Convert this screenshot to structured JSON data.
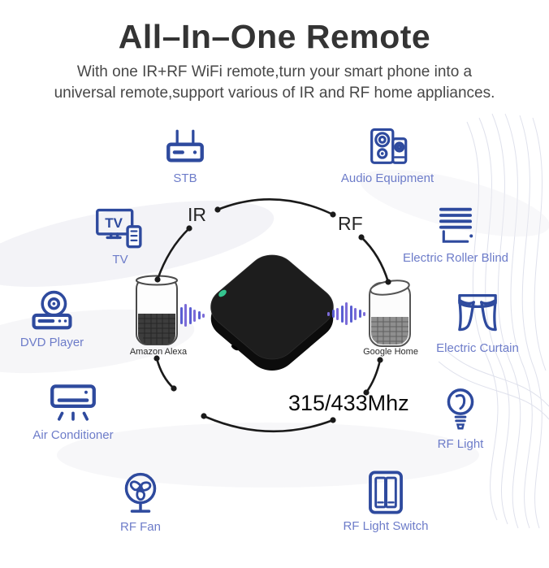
{
  "header": {
    "title": "All–In–One Remote",
    "subtitle_line1": "With one IR+RF WiFi remote,turn your smart phone into a",
    "subtitle_line2": "universal remote,support various of IR and RF home appliances."
  },
  "items": {
    "left": [
      {
        "label": "STB",
        "icon": "stb-router-icon"
      },
      {
        "label": "TV",
        "icon": "tv-with-remote-icon"
      },
      {
        "label": "DVD Player",
        "icon": "dvd-player-icon"
      },
      {
        "label": "Air Conditioner",
        "icon": "air-conditioner-icon"
      },
      {
        "label": "RF Fan",
        "icon": "fan-icon"
      }
    ],
    "right": [
      {
        "label": "Audio Equipment",
        "icon": "speakers-icon"
      },
      {
        "label": "Electric Roller Blind",
        "icon": "roller-blind-icon"
      },
      {
        "label": "Electric Curtain",
        "icon": "curtain-icon"
      },
      {
        "label": "RF Light",
        "icon": "light-bulb-icon"
      },
      {
        "label": "RF Light Switch",
        "icon": "light-switch-icon"
      }
    ]
  },
  "center": {
    "ir_label": "IR",
    "rf_label": "RF",
    "frequency": "315/433Mhz",
    "hub_icon": "smart-ir-rf-hub",
    "alexa_label": "Amazon Alexa",
    "google_label": "Google Home",
    "wave_icon": "sound-wave-icon"
  },
  "colors": {
    "icon_blue": "#2e4a9e",
    "label_blue": "#6d7cc9",
    "text_dark": "#343434",
    "arc_black": "#1a1a1a",
    "wave_purple": "#5a5ed2",
    "led_green": "#35c48f"
  }
}
